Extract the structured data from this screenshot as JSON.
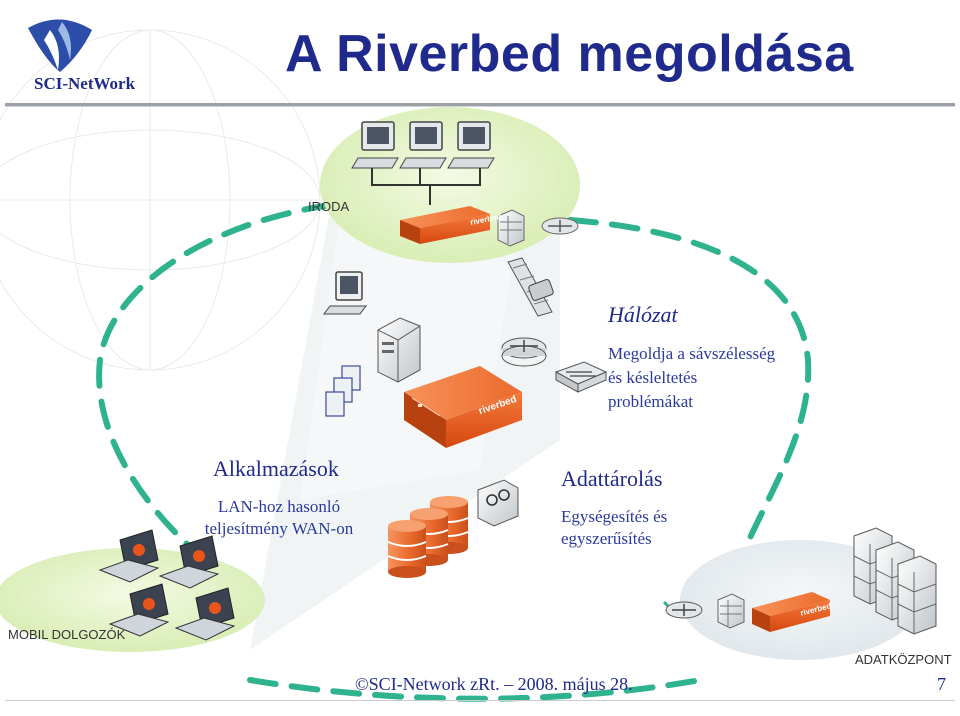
{
  "title": "A Riverbed megoldása",
  "logo": {
    "text": "SCI-NetWork"
  },
  "locations": {
    "office": "IRODA",
    "mobile": "MOBIL DOLGOZÓK",
    "datacenter": "ADATKÖZPONT"
  },
  "callouts": {
    "network": {
      "heading": "Hálózat",
      "lines": [
        "Megoldja a sávszélesség",
        "és késleltetés",
        "problémákat"
      ]
    },
    "applications": {
      "heading": "Alkalmazások",
      "lines": [
        "LAN-hoz hasonló",
        "teljesítmény WAN-on"
      ]
    },
    "storage": {
      "heading": "Adattárolás",
      "lines": [
        "Egységesítés és",
        "egyszerűsítés"
      ]
    }
  },
  "device_brand": "riverbed",
  "footer": {
    "copyright": "©SCI-Network zRt. – 2008. május 28.",
    "page": "7"
  },
  "colors": {
    "title": "#1f2a8c",
    "accent_orange": "#e8541a",
    "dash_green": "#2fb38f",
    "ellipse_green": "#dcefb4",
    "rule_gray": "#9aa0a6"
  }
}
